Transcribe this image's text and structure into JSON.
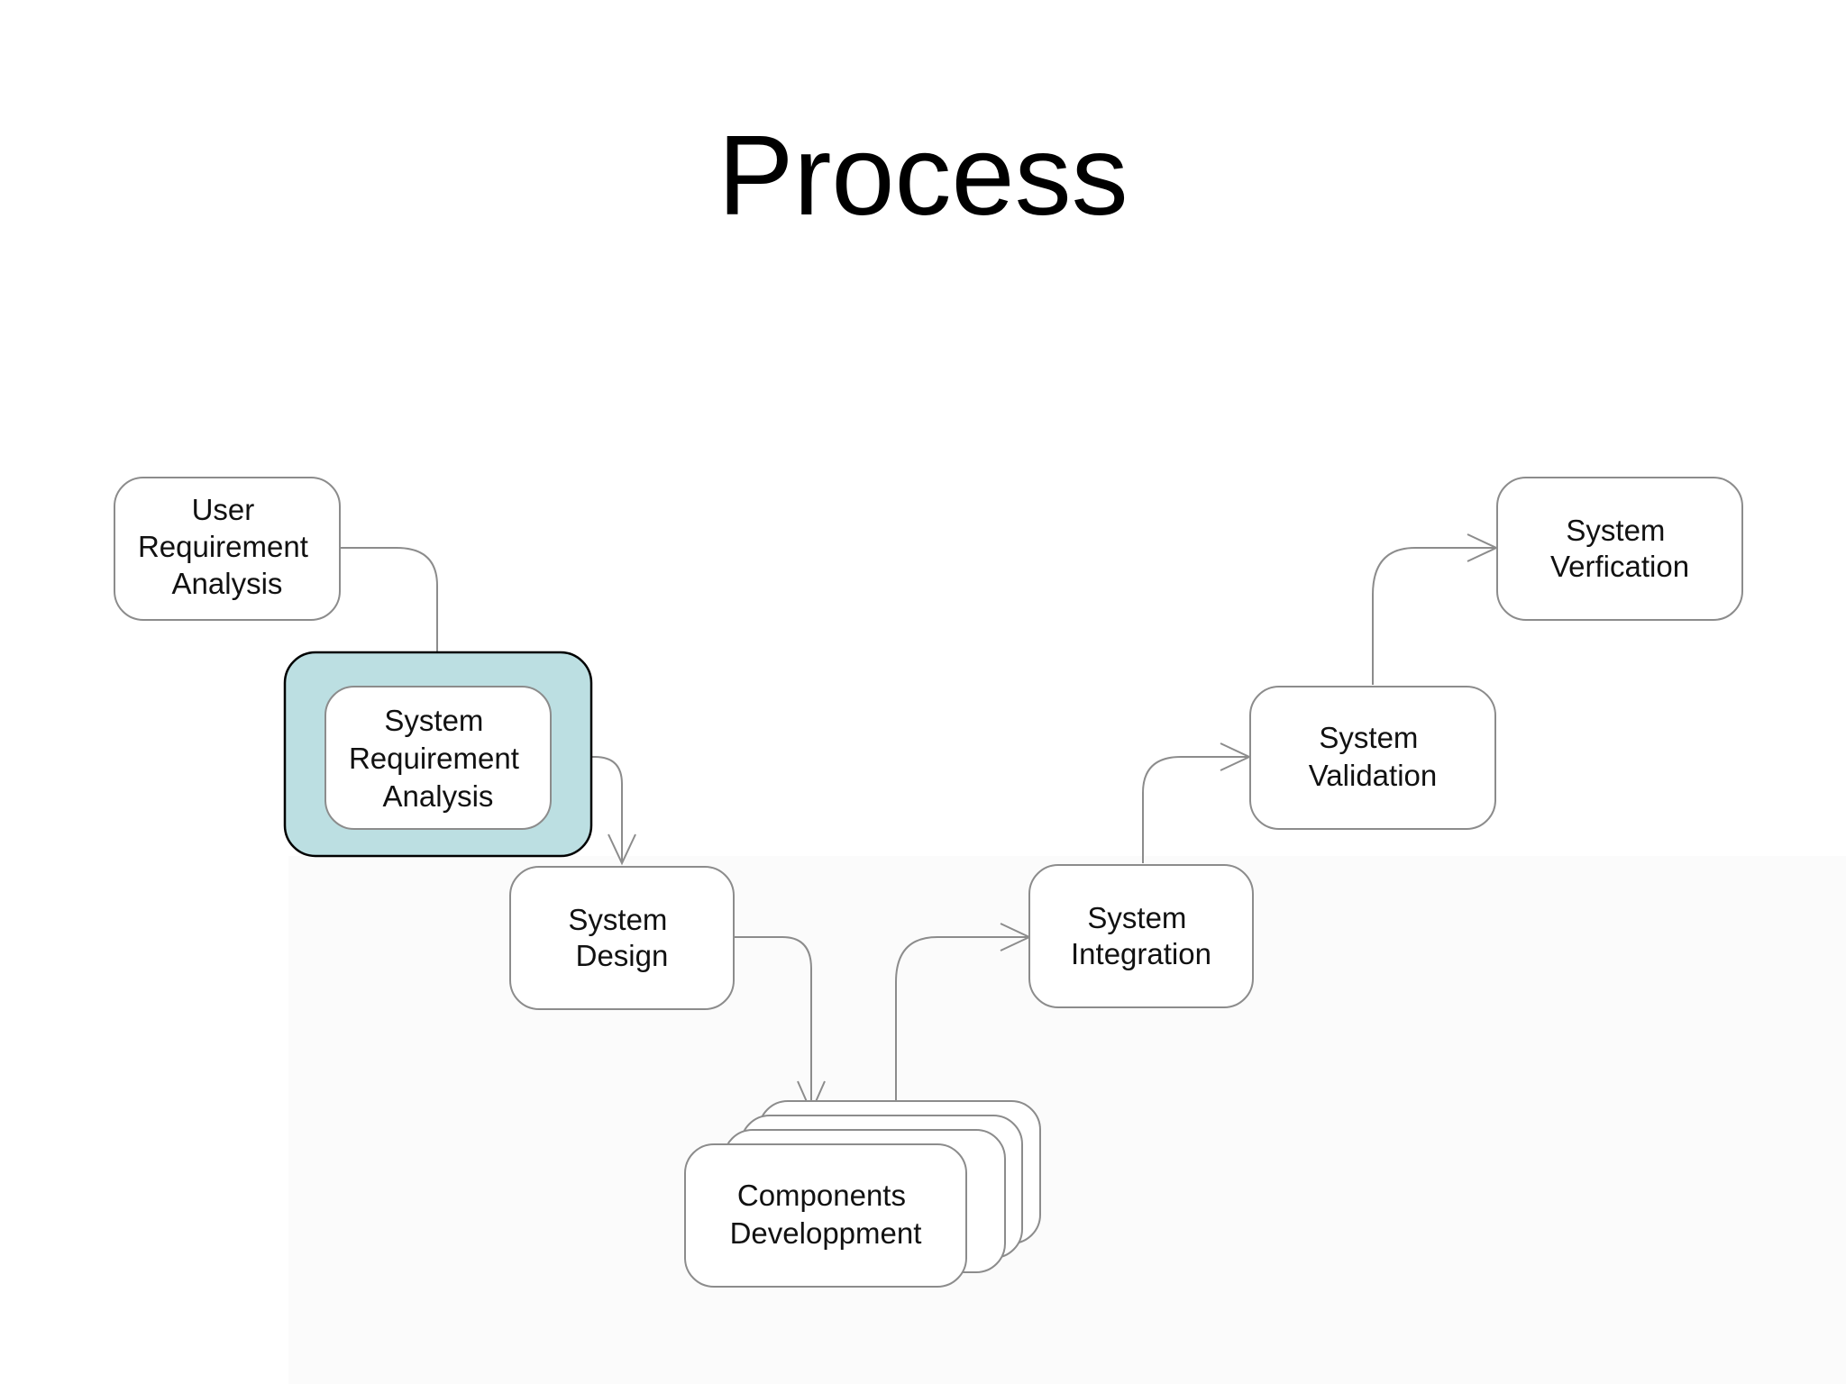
{
  "slide": {
    "title": "Process"
  },
  "diagram": {
    "nodes": [
      {
        "id": "user_requirement_analysis",
        "lines": [
          "User",
          "Requirement",
          "Analysis"
        ]
      },
      {
        "id": "system_requirement_analysis",
        "lines": [
          "System",
          "Requirement",
          "Analysis"
        ],
        "highlighted": true
      },
      {
        "id": "system_design",
        "lines": [
          "System",
          "Design"
        ]
      },
      {
        "id": "components_development",
        "lines": [
          "Components",
          "Developpment"
        ],
        "stacked": true
      },
      {
        "id": "system_integration",
        "lines": [
          "System",
          "Integration"
        ]
      },
      {
        "id": "system_validation",
        "lines": [
          "System",
          "Validation"
        ]
      },
      {
        "id": "system_verification",
        "lines": [
          "System",
          "Verfication"
        ]
      }
    ],
    "edges": [
      {
        "from": "user_requirement_analysis",
        "to": "system_requirement_analysis"
      },
      {
        "from": "system_requirement_analysis",
        "to": "system_design"
      },
      {
        "from": "system_design",
        "to": "components_development"
      },
      {
        "from": "components_development",
        "to": "system_integration"
      },
      {
        "from": "system_integration",
        "to": "system_validation"
      },
      {
        "from": "system_validation",
        "to": "system_verification"
      }
    ],
    "colors": {
      "highlight_fill": "#bcdfe2",
      "highlight_border": "#000000",
      "node_border": "#8c8c8c",
      "connector": "#8c8c8c",
      "bottom_shade": "#fbfbfb"
    }
  }
}
